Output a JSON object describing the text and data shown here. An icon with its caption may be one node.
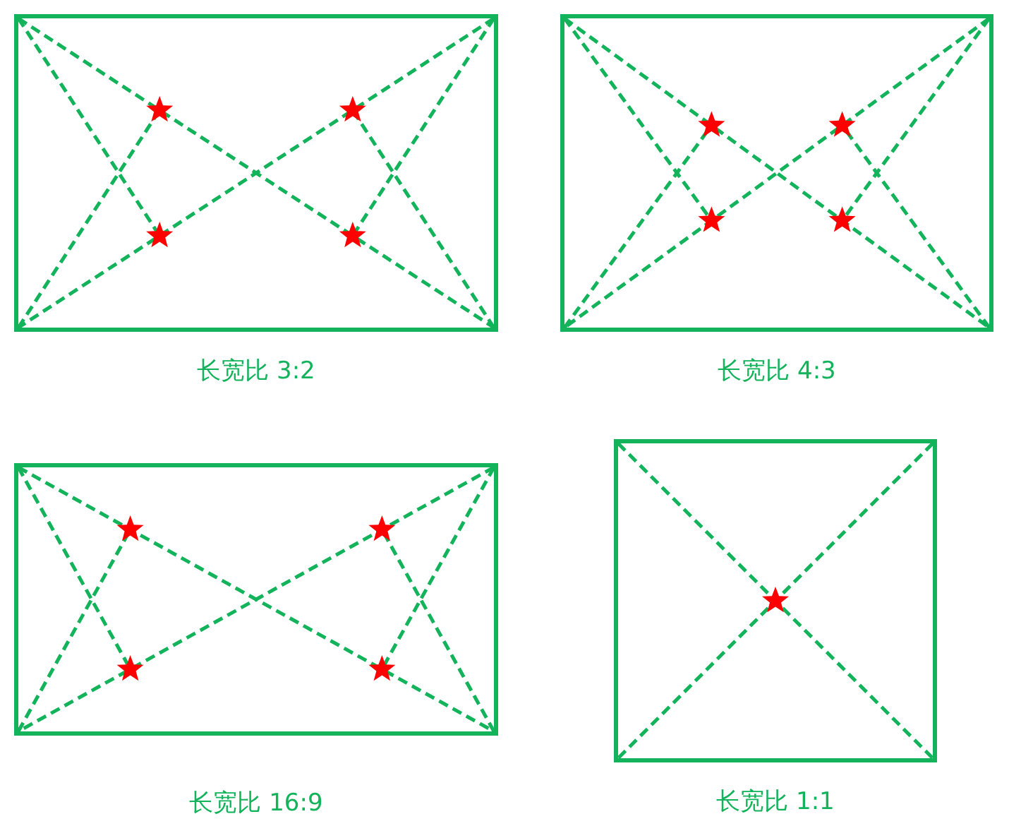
{
  "diagram": {
    "nodes": [
      {
        "text": [
          "长宽比 3:2"
        ]
      },
      {
        "text": [
          "长宽比 4:3"
        ]
      },
      {
        "text": [
          "长宽比 16:9"
        ]
      },
      {
        "text": [
          "长宽比 1:1"
        ]
      }
    ]
  }
}
